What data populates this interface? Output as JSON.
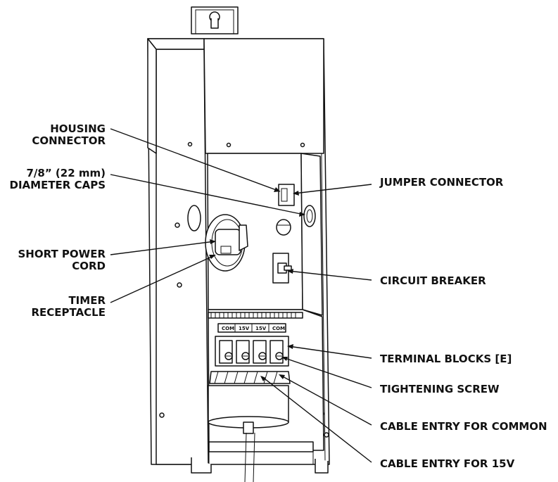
{
  "labels": {
    "housing_connector": [
      "HOUSING",
      "CONNECTOR"
    ],
    "diameter_caps": [
      "7/8” (22 mm)",
      "DIAMETER CAPS"
    ],
    "short_power_cord": [
      "SHORT POWER",
      "CORD"
    ],
    "timer_receptacle": [
      "TIMER",
      "RECEPTACLE"
    ],
    "jumper_connector": "JUMPER CONNECTOR",
    "circuit_breaker": "CIRCUIT BREAKER",
    "terminal_blocks": "TERMINAL BLOCKS [E]",
    "tightening_screw": "TIGHTENING SCREW",
    "cable_entry_common": "CABLE ENTRY FOR COMMON",
    "cable_entry_15v": "CABLE ENTRY FOR 15V"
  },
  "terminal_tags": [
    "COM",
    "15V",
    "15V",
    "COM"
  ]
}
